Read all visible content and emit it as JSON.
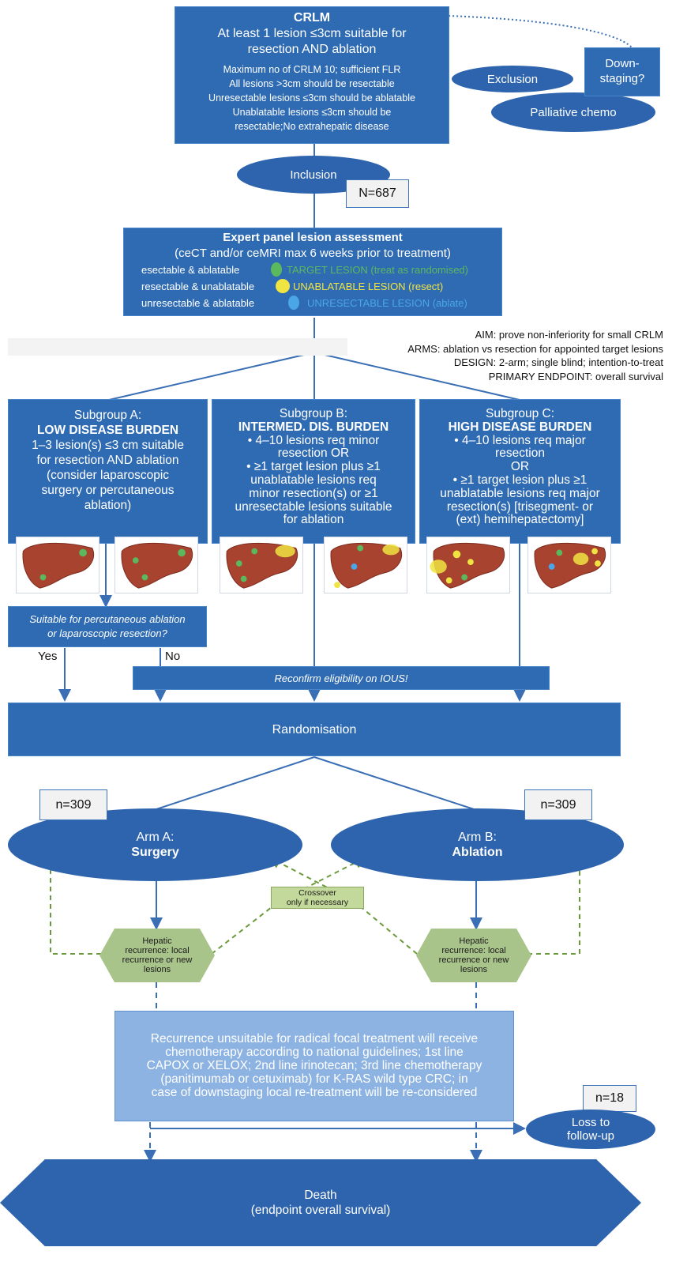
{
  "crlm": {
    "title": "CRLM",
    "line1": "At least 1 lesion ≤3cm suitable for",
    "line2": "resection AND ablation",
    "criteria": [
      "Maximum no of CRLM 10; sufficient FLR",
      "All lesions >3cm should be resectable",
      "Unresectable lesions ≤3cm should be ablatable",
      "Unablatable lesions ≤3cm should be",
      "resectable;No extrahepatic disease"
    ]
  },
  "exclusion": "Exclusion",
  "downstaging": [
    "Down-",
    "staging?"
  ],
  "palliative": "Palliative chemo",
  "inclusion": "Inclusion",
  "n_inclusion": "N=687",
  "panel": {
    "title": "Expert panel lesion assessment",
    "subtitle": "(ceCT and/or ceMRI max 6 weeks prior to treatment)",
    "rows": [
      {
        "label": "esectable & ablatable",
        "lesion": "TARGET LESION (treat as randomised)",
        "color": "#5cb85c"
      },
      {
        "label": "resectable & unablatable",
        "lesion": "UNABLATABLE LESION (resect)",
        "color": "#f0e442"
      },
      {
        "label": "unresectable & ablatable",
        "lesion": "UNRESECTABLE LESION (ablate)",
        "color": "#4aa6e6"
      }
    ]
  },
  "study": [
    "AIM: prove non-inferiority for small CRLM",
    "ARMS: ablation vs resection for appointed target lesions",
    "DESIGN: 2-arm; single blind; intention-to-treat",
    "PRIMARY ENDPOINT: overall survival"
  ],
  "subgroups": {
    "a": {
      "name": "Subgroup A:",
      "title": "LOW DISEASE BURDEN",
      "body": [
        "1–3 lesion(s) ≤3 cm suitable",
        "for resection AND ablation",
        "(consider laparoscopic",
        "surgery or percutaneous",
        "ablation)"
      ]
    },
    "b": {
      "name": "Subgroup B:",
      "title": "INTERMED. DIS. BURDEN",
      "body": [
        "• 4–10 lesions req minor",
        "resection OR",
        "• ≥1 target lesion plus ≥1",
        "unablatable lesions req",
        "minor resection(s) or ≥1",
        "unresectable lesions suitable",
        "for ablation"
      ]
    },
    "c": {
      "name": "Subgroup C:",
      "title": "HIGH DISEASE BURDEN",
      "body": [
        "• 4–10 lesions req major",
        "resection",
        "OR",
        "• ≥1 target lesion plus ≥1",
        "unablatable lesions req major",
        "resection(s) [trisegment- or",
        "(ext) hemihepatectomy]"
      ]
    }
  },
  "suitable": [
    "Suitable for percutaneous ablation",
    "or laparoscopic resection?"
  ],
  "yes": "Yes",
  "no": "No",
  "reconfirm": "Reconfirm eligibility on IOUS!",
  "randomisation": "Randomisation",
  "arm_a": {
    "n": "n=309",
    "name": "Arm A:",
    "label": "Surgery"
  },
  "arm_b": {
    "n": "n=309",
    "name": "Arm B:",
    "label": "Ablation"
  },
  "crossover": [
    "Crossover",
    "only if necessary"
  ],
  "recurrence": [
    "Hepatic",
    "recurrence: local",
    "recurrence or new",
    "lesions"
  ],
  "chemo": [
    "Recurrence unsuitable for radical focal treatment will receive",
    "chemotherapy according to national guidelines; 1st line",
    "CAPOX or XELOX; 2nd line irinotecan; 3rd line chemotherapy",
    "(panitimumab or cetuximab) for K-RAS wild type CRC; in",
    "case of downstaging local re-treatment will be re-considered"
  ],
  "n_loss": "n=18",
  "loss": [
    "Loss to",
    "follow-up"
  ],
  "death": [
    "Death",
    "(endpoint overall survival)"
  ],
  "colors": {
    "box": "#2f6bb3",
    "ellipse": "#2d64ad",
    "green": "#a9c48a",
    "dashed": "#6b9a3a",
    "light_box": "#8db3e2"
  }
}
